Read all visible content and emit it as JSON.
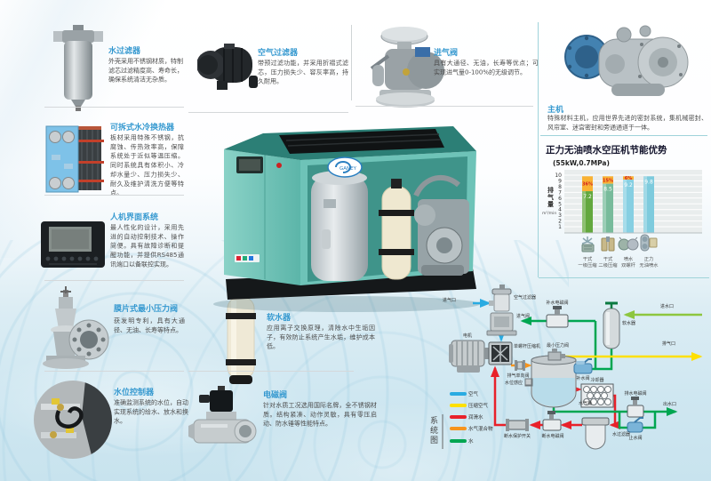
{
  "sections": {
    "left": [
      {
        "title": "水过滤器",
        "desc": "外壳采用不锈钢材质，特制滤芯过滤精度高、寿命长，确保系统清洁无杂质。"
      },
      {
        "title": "可拆式水冷换热器",
        "desc": "板材采用特殊不锈钢，抗腐蚀、传热效率高，保障系统处于近似等温压缩。同时系统具有体积小、冷却水量少、压力损失少、耐久及维护清洗方便等特点。"
      },
      {
        "title": "人机界面系统",
        "desc": "最人性化的设计，采用先进的自动控制技术、操作简便。具有故障诊断和提醒功能，并提供RS485通讯端口以备联控实现。"
      },
      {
        "title": "膜片式最小压力阀",
        "desc": "获发明专利，具有大通径、无油、长寿等特点。"
      },
      {
        "title": "水位控制器",
        "desc": "准确监测系统的水位，自动实现系统的给水、放水和换水。"
      }
    ],
    "top": [
      {
        "title": "空气过滤器",
        "desc": "带预过滤功能，并采用折褶式滤芯，压力损失少、容灰率高，持久耐用。"
      },
      {
        "title": "进气阀",
        "desc": "具有大通径、无油，长寿等优点；可实现进气量0-100%的无级调节。"
      },
      {
        "title": "主机",
        "desc": "特殊材料主机，应用世界先进的密封系统，集机械密封、风帘室、迷宫密封和旁通通道于一体。"
      }
    ],
    "middle": [
      {
        "title": "软水器",
        "desc": "应用离子交换原理，清除水中生垢因子，有效防止系统产生水垢，维护成本低。"
      },
      {
        "title": "电磁阀",
        "desc": "针对水质工况选用国际名牌，全不锈钢材质。结构紧凑、动作灵敏，具有零压启动、防水锤等性能特点。"
      }
    ]
  },
  "machine": {
    "logo_text": "GANEY"
  },
  "chart_data": {
    "type": "bar",
    "title": "正力无油喷水空压机节能优势",
    "subtitle": "(55kW,0.7MPa)",
    "ylabel": "排气量",
    "y_unit": "m³/min",
    "ylim": [
      0,
      10
    ],
    "yticks": [
      1,
      2,
      3,
      4,
      5,
      6,
      7,
      8,
      9,
      10
    ],
    "categories": [
      [
        "干式",
        "一级压缩"
      ],
      [
        "干式",
        "二级压缩"
      ],
      [
        "喷水",
        "双螺杆"
      ],
      [
        "正力",
        "无油喷水"
      ]
    ],
    "values": [
      7.2,
      8.5,
      9.2,
      9.8
    ],
    "gap_percent_labels": [
      "36%",
      "15%",
      "6%",
      ""
    ],
    "bar_colors": [
      "#63a83e",
      "#78bb9b",
      "#86cfe2",
      "#7ecbdd"
    ],
    "cap_color": "#f9b233",
    "grid": true
  },
  "diagram": {
    "side_label": "系统图",
    "labels": {
      "intake_port": "进气口",
      "air_filter": "空气过滤器",
      "intake_valve": "进气阀",
      "makeup_solenoid": "补水电磁阀",
      "softener": "软水器",
      "water_inlet": "进水口",
      "exhaust_port": "排气口",
      "motor": "电机",
      "screw_compressor": "单螺杆压缩机",
      "check_valve": "排气单向阀",
      "min_pressure_valve": "最小压力阀",
      "makeup_valve": "补水阀",
      "cooler": "冷却器",
      "level_sensor": "水位感应",
      "water_air_tank": "水气桶",
      "drain_solenoid": "排水电磁阀",
      "water_outlet": "出水口",
      "stop_valve": "止水阀",
      "water_filter": "水过滤器",
      "cutoff_solenoid": "断水电磁阀",
      "cutoff_switch": "断水保护开关"
    },
    "legend": [
      {
        "label": "空气",
        "color": "#29abe2"
      },
      {
        "label": "压缩空气",
        "color": "#ffe000"
      },
      {
        "label": "润滑水",
        "color": "#e8212a"
      },
      {
        "label": "水气混合物",
        "color": "#f7941d"
      },
      {
        "label": "水",
        "color": "#00a651"
      }
    ]
  }
}
